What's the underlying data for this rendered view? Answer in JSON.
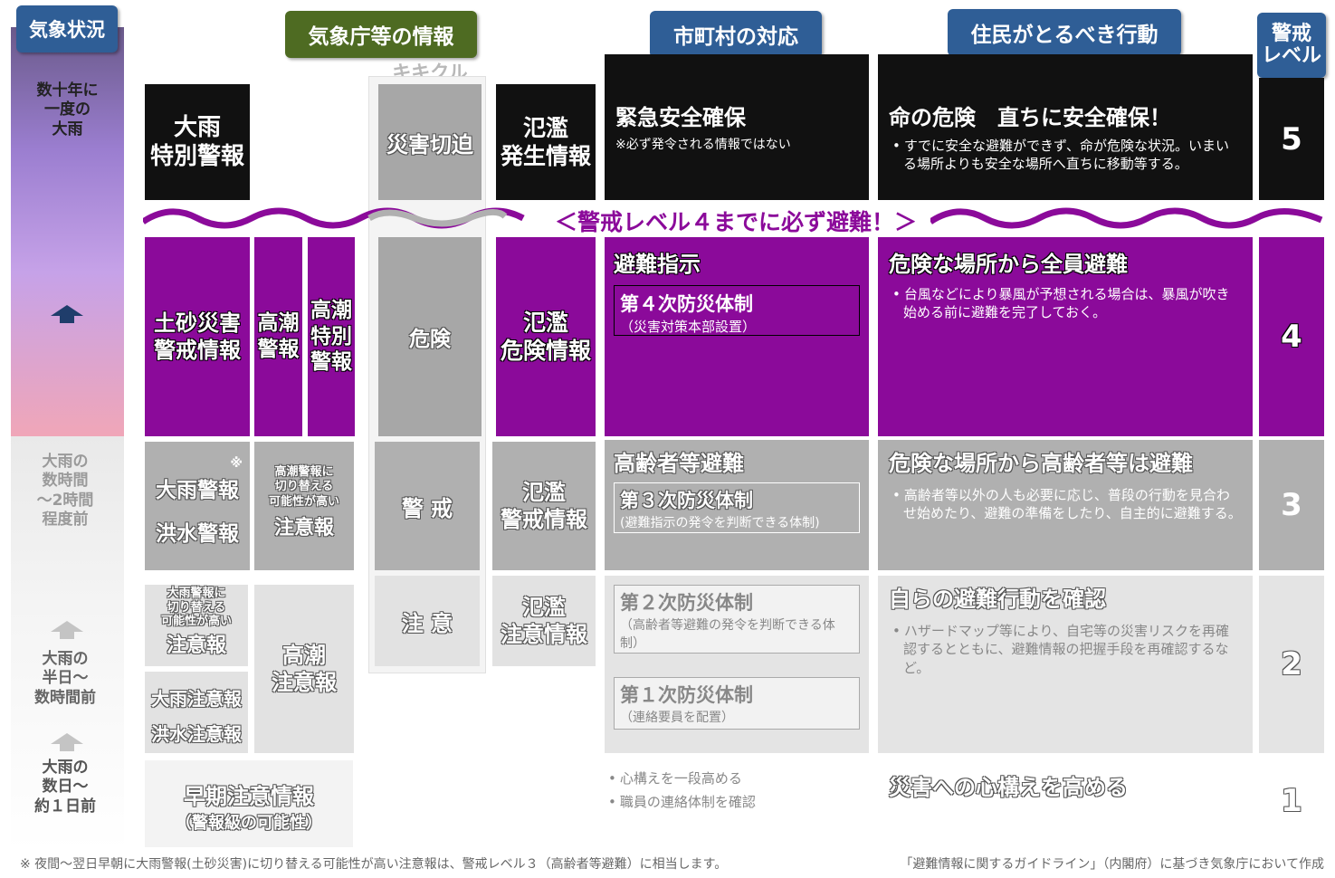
{
  "headers": {
    "kisho": "気象状況",
    "jma": "気象庁等の情報",
    "kikikuru": "キキクル",
    "municipal": "市町村の対応",
    "residents": "住民がとるべき行動",
    "level": "警戒\nレベル"
  },
  "left_labels": {
    "top": "数十年に\n一度の\n大雨",
    "mid": "大雨の\n数時間\n～2時間\n程度前",
    "half": "大雨の\n半日～\n数時間前",
    "day": "大雨の\n数日～\n約１日前"
  },
  "level5": {
    "warning": "大雨\n特別警報",
    "kikikuru": "災害切迫",
    "flood": "氾濫\n発生情報",
    "muni_title": "緊急安全確保",
    "muni_note": "※必ず発令される情報ではない",
    "res_title": "命の危険　直ちに安全確保！",
    "res_text": "すでに安全な避難ができず、命が危険な状況。いまいる場所よりも安全な場所へ直ちに移動等する。",
    "level": "5"
  },
  "banner": "＜警戒レベル４までに必ず避難！＞",
  "level4": {
    "dosha": "土砂災害\n警戒情報",
    "takashio": "高潮\n警報",
    "takashio_special": "高潮\n特別\n警報",
    "kikikuru": "危険",
    "flood": "氾濫\n危険情報",
    "muni_title": "避難指示",
    "muni_box": "第４次防災体制",
    "muni_box_sub": "（災害対策本部設置）",
    "res_title": "危険な場所から全員避難",
    "res_text": "台風などにより暴風が予想される場合は、暴風が吹き始める前に避難を完了しておく。",
    "level": "4"
  },
  "level3": {
    "mark": "※",
    "warning1": "大雨警報",
    "warning2": "洪水警報",
    "takashio_small": "高潮警報に\n切り替える\n可能性が高い",
    "takashio_main": "注意報",
    "kikikuru": "警 戒",
    "flood": "氾濫\n警戒情報",
    "muni_title": "高齢者等避難",
    "muni_box": "第３次防災体制",
    "muni_box_sub": "(避難指示の発令を判断できる体制)",
    "res_title": "危険な場所から高齢者等は避難",
    "res_text": "高齢者等以外の人も必要に応じ、普段の行動を見合わせ始めたり、避難の準備をしたり、自主的に避難する。",
    "level": "3"
  },
  "level2": {
    "heavy_small": "大雨警報に\n切り替える\n可能性が高い",
    "heavy_main": "注意報",
    "advisory1": "大雨注意報",
    "advisory2": "洪水注意報",
    "takashio": "高潮\n注意報",
    "kikikuru": "注 意",
    "flood": "氾濫\n注意情報",
    "muni_box1": "第２次防災体制",
    "muni_box1_sub": "（高齢者等避難の発令を判断できる体制）",
    "muni_box2": "第１次防災体制",
    "muni_box2_sub": "（連絡要員を配置）",
    "res_title": "自らの避難行動を確認",
    "res_text": "ハザードマップ等により、自宅等の災害リスクを再確認するとともに、避難情報の把握手段を再確認するなど。",
    "level": "2"
  },
  "level1": {
    "early": "早期注意情報",
    "early_sub": "（警報級の可能性）",
    "muni1": "心構えを一段高める",
    "muni2": "職員の連絡体制を確認",
    "res_title": "災害への心構えを高める",
    "level": "1"
  },
  "footer": {
    "left": "※ 夜間～翌日早朝に大雨警報(土砂災害)に切り替える可能性が高い注意報は、警戒レベル３（高齢者等避難）に相当します。",
    "right": "「避難情報に関するガイドライン」（内閣府）に基づき気象庁において作成"
  },
  "colors": {
    "black": "#111111",
    "purple": "#8b0a9a",
    "gray_level3": "#b0b0b0",
    "gray_level2": "#e2e2e2",
    "header_blue": "#2f5e96",
    "header_green": "#4e6b22"
  }
}
